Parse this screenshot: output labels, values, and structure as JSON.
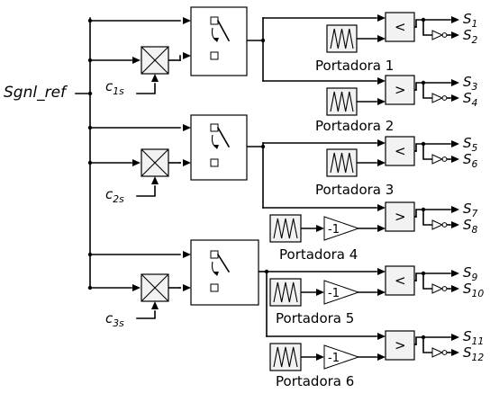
{
  "diagram": {
    "input_label": "Sgnl_ref",
    "constants": [
      {
        "main": "c",
        "sub": "1s"
      },
      {
        "main": "c",
        "sub": "2s"
      },
      {
        "main": "c",
        "sub": "3s"
      }
    ],
    "carriers": [
      "Portadora 1",
      "Portadora 2",
      "Portadora 3",
      "Portadora 4",
      "Portadora 5",
      "Portadora 6"
    ],
    "comparators": [
      "<",
      ">",
      "<",
      ">",
      "<",
      ">"
    ],
    "gain_label": "-1",
    "outputs": [
      {
        "main": "S",
        "sub": "1"
      },
      {
        "main": "S",
        "sub": "2"
      },
      {
        "main": "S",
        "sub": "3"
      },
      {
        "main": "S",
        "sub": "4"
      },
      {
        "main": "S",
        "sub": "5"
      },
      {
        "main": "S",
        "sub": "6"
      },
      {
        "main": "S",
        "sub": "7"
      },
      {
        "main": "S",
        "sub": "8"
      },
      {
        "main": "S",
        "sub": "9"
      },
      {
        "main": "S",
        "sub": "10"
      },
      {
        "main": "S",
        "sub": "11"
      },
      {
        "main": "S",
        "sub": "12"
      }
    ]
  }
}
